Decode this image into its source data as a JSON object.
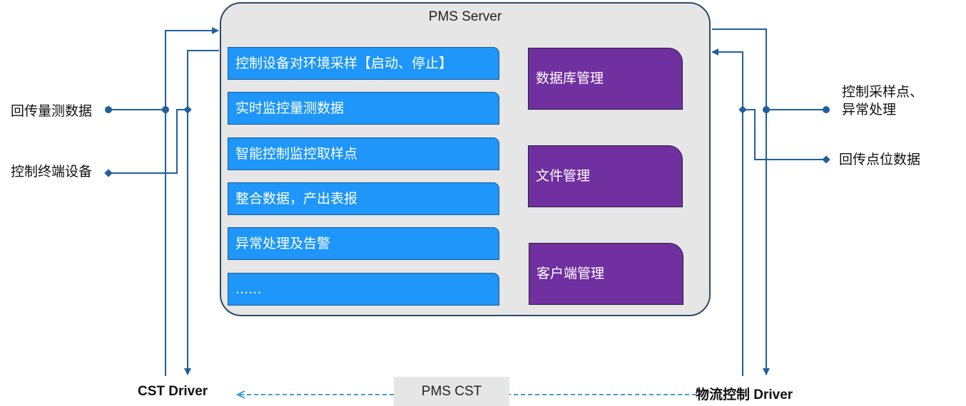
{
  "server": {
    "title": "PMS Server",
    "functions": [
      "控制设备对环境采样【启动、停止】",
      "实时监控量测数据",
      "智能控制监控取样点",
      "整合数据，产出表报",
      "异常处理及告警",
      "......"
    ],
    "management": [
      "数据库管理",
      "文件管理",
      "客户端管理"
    ]
  },
  "left": {
    "return_data": "回传量测数据",
    "control_device": "控制终端设备",
    "driver": "CST Driver"
  },
  "right": {
    "control_line1": "控制采样点、",
    "control_line2": "异常处理",
    "return_points": "回传点位数据",
    "driver": "物流控制 Driver"
  },
  "bottom": {
    "cst": "PMS CST"
  },
  "colors": {
    "function_fill": "#1e96fa",
    "management_fill": "#7030a0",
    "server_fill": "#e6e6e6",
    "connector": "#1f5f9e"
  }
}
